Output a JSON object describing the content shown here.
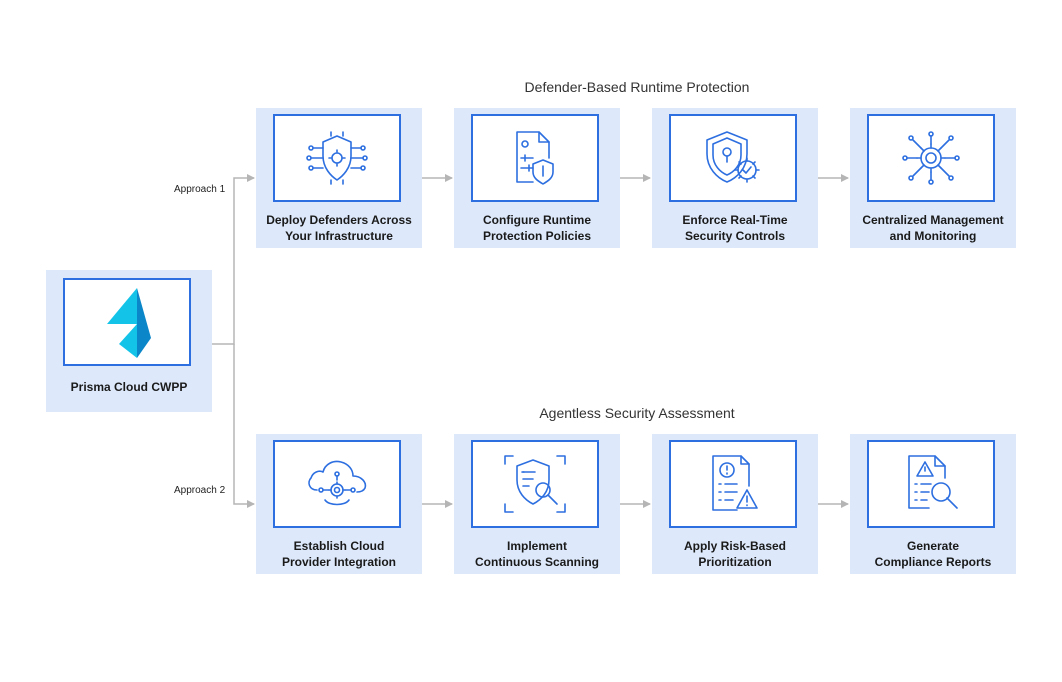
{
  "source": {
    "label": "Prisma Cloud CWPP",
    "logo_colors": [
      "#13c4e8",
      "#0a86c9"
    ]
  },
  "approach1": {
    "tag": "Approach 1",
    "title": "Defender-Based Runtime Protection",
    "steps": [
      {
        "line1": "Deploy Defenders Across",
        "line2": "Your Infrastructure",
        "icon": "shield-network-icon"
      },
      {
        "line1": "Configure Runtime",
        "line2": "Protection Policies",
        "icon": "policy-document-icon"
      },
      {
        "line1": "Enforce Real-Time",
        "line2": "Security Controls",
        "icon": "shield-lock-gear-icon"
      },
      {
        "line1": "Centralized Management",
        "line2": "and Monitoring",
        "icon": "gear-network-icon"
      }
    ]
  },
  "approach2": {
    "tag": "Approach 2",
    "title": "Agentless Security Assessment",
    "steps": [
      {
        "line1": "Establish Cloud",
        "line2": "Provider Integration",
        "icon": "cloud-gear-icon"
      },
      {
        "line1": "Implement",
        "line2": "Continuous Scanning",
        "icon": "shield-scan-icon"
      },
      {
        "line1": "Apply Risk-Based",
        "line2": "Prioritization",
        "icon": "risk-document-icon"
      },
      {
        "line1": "Generate",
        "line2": "Compliance Reports",
        "icon": "report-search-icon"
      }
    ]
  },
  "colors": {
    "card_bg": "#dde9fb",
    "accent": "#2d6fe0",
    "connector": "#b5b5b5"
  }
}
